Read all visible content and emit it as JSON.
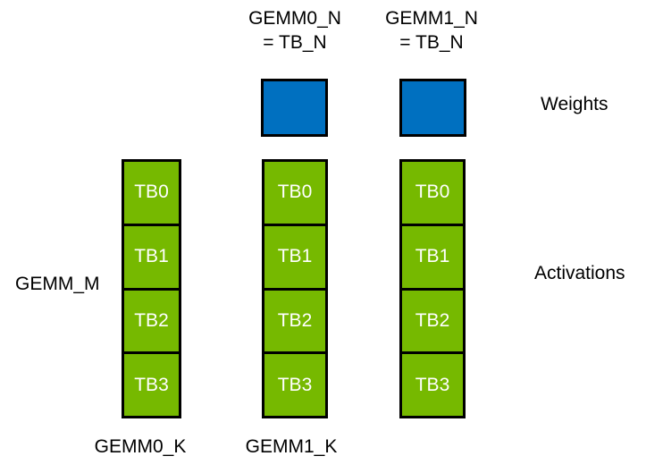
{
  "diagram": {
    "top_labels": [
      {
        "line1": "GEMM0_N",
        "line2": "= TB_N"
      },
      {
        "line1": "GEMM1_N",
        "line2": "= TB_N"
      }
    ],
    "weights_label": "Weights",
    "activations_label": "Activations",
    "left_label": "GEMM_M",
    "bottom_labels": [
      "GEMM0_K",
      "GEMM1_K"
    ],
    "columns": [
      {
        "cells": [
          "TB0",
          "TB1",
          "TB2",
          "TB3"
        ]
      },
      {
        "cells": [
          "TB0",
          "TB1",
          "TB2",
          "TB3"
        ]
      },
      {
        "cells": [
          "TB0",
          "TB1",
          "TB2",
          "TB3"
        ]
      }
    ],
    "weights_block_count": 2,
    "colors": {
      "activation_green": "#76B900",
      "weight_blue": "#0070C0",
      "outline": "#000000",
      "cell_text": "#FFFFFF",
      "label_text": "#000000",
      "background": "#FFFFFF"
    }
  }
}
